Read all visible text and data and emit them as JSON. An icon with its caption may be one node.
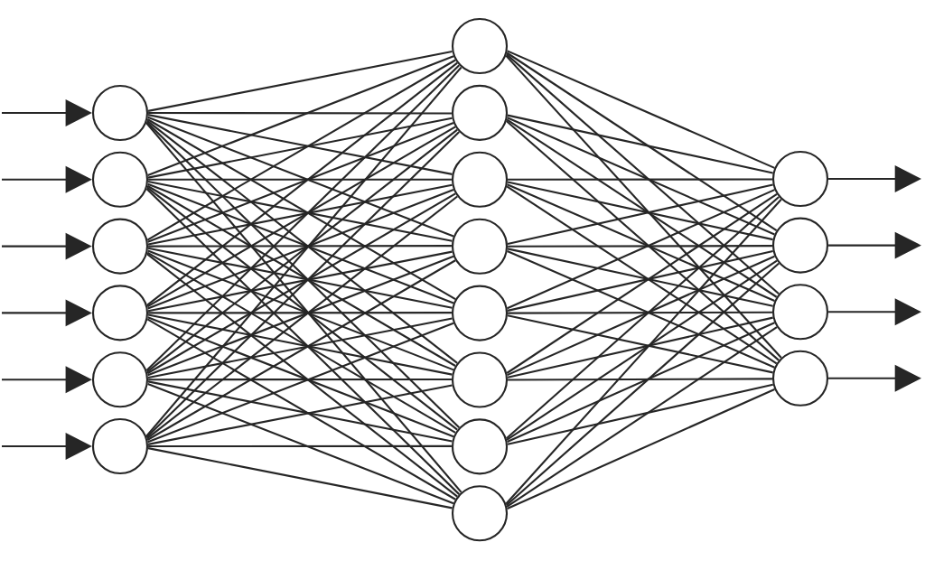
{
  "diagram": {
    "nodes": [
      {
        "text": [],
        "shape": "circle"
      },
      {
        "text": [],
        "shape": "circle"
      },
      {
        "text": [],
        "shape": "circle"
      },
      {
        "text": [],
        "shape": "circle"
      },
      {
        "text": [],
        "shape": "circle"
      },
      {
        "text": [],
        "shape": "circle"
      },
      {
        "text": [],
        "shape": "circle"
      },
      {
        "text": [],
        "shape": "circle"
      },
      {
        "text": [],
        "shape": "circle"
      },
      {
        "text": [],
        "shape": "circle"
      },
      {
        "text": [],
        "shape": "circle"
      },
      {
        "text": [],
        "shape": "circle"
      },
      {
        "text": [],
        "shape": "circle"
      },
      {
        "text": [],
        "shape": "circle"
      },
      {
        "text": [],
        "shape": "circle"
      },
      {
        "text": [],
        "shape": "circle"
      },
      {
        "text": [],
        "shape": "circle"
      },
      {
        "text": [],
        "shape": "circle"
      }
    ],
    "edges": [
      {
        "from": null,
        "to": 0,
        "arrow": "to"
      },
      {
        "from": null,
        "to": 1,
        "arrow": "to"
      },
      {
        "from": null,
        "to": 2,
        "arrow": "to"
      },
      {
        "from": null,
        "to": 3,
        "arrow": "to"
      },
      {
        "from": null,
        "to": 4,
        "arrow": "to"
      },
      {
        "from": null,
        "to": 5,
        "arrow": "to"
      },
      {
        "from": 0,
        "to": 6,
        "arrow": "none"
      },
      {
        "from": 0,
        "to": 7,
        "arrow": "none"
      },
      {
        "from": 0,
        "to": 8,
        "arrow": "none"
      },
      {
        "from": 0,
        "to": 9,
        "arrow": "none"
      },
      {
        "from": 0,
        "to": 10,
        "arrow": "none"
      },
      {
        "from": 0,
        "to": 11,
        "arrow": "none"
      },
      {
        "from": 0,
        "to": 12,
        "arrow": "none"
      },
      {
        "from": 0,
        "to": 13,
        "arrow": "none"
      },
      {
        "from": 1,
        "to": 6,
        "arrow": "none"
      },
      {
        "from": 1,
        "to": 7,
        "arrow": "none"
      },
      {
        "from": 1,
        "to": 8,
        "arrow": "none"
      },
      {
        "from": 1,
        "to": 9,
        "arrow": "none"
      },
      {
        "from": 1,
        "to": 10,
        "arrow": "none"
      },
      {
        "from": 1,
        "to": 11,
        "arrow": "none"
      },
      {
        "from": 1,
        "to": 12,
        "arrow": "none"
      },
      {
        "from": 1,
        "to": 13,
        "arrow": "none"
      },
      {
        "from": 2,
        "to": 6,
        "arrow": "none"
      },
      {
        "from": 2,
        "to": 7,
        "arrow": "none"
      },
      {
        "from": 2,
        "to": 8,
        "arrow": "none"
      },
      {
        "from": 2,
        "to": 9,
        "arrow": "none"
      },
      {
        "from": 2,
        "to": 10,
        "arrow": "none"
      },
      {
        "from": 2,
        "to": 11,
        "arrow": "none"
      },
      {
        "from": 2,
        "to": 12,
        "arrow": "none"
      },
      {
        "from": 2,
        "to": 13,
        "arrow": "none"
      },
      {
        "from": 3,
        "to": 6,
        "arrow": "none"
      },
      {
        "from": 3,
        "to": 7,
        "arrow": "none"
      },
      {
        "from": 3,
        "to": 8,
        "arrow": "none"
      },
      {
        "from": 3,
        "to": 9,
        "arrow": "none"
      },
      {
        "from": 3,
        "to": 10,
        "arrow": "none"
      },
      {
        "from": 3,
        "to": 11,
        "arrow": "none"
      },
      {
        "from": 3,
        "to": 12,
        "arrow": "none"
      },
      {
        "from": 3,
        "to": 13,
        "arrow": "none"
      },
      {
        "from": 4,
        "to": 6,
        "arrow": "none"
      },
      {
        "from": 4,
        "to": 7,
        "arrow": "none"
      },
      {
        "from": 4,
        "to": 8,
        "arrow": "none"
      },
      {
        "from": 4,
        "to": 9,
        "arrow": "none"
      },
      {
        "from": 4,
        "to": 10,
        "arrow": "none"
      },
      {
        "from": 4,
        "to": 11,
        "arrow": "none"
      },
      {
        "from": 4,
        "to": 12,
        "arrow": "none"
      },
      {
        "from": 4,
        "to": 13,
        "arrow": "none"
      },
      {
        "from": 5,
        "to": 6,
        "arrow": "none"
      },
      {
        "from": 5,
        "to": 7,
        "arrow": "none"
      },
      {
        "from": 5,
        "to": 8,
        "arrow": "none"
      },
      {
        "from": 5,
        "to": 9,
        "arrow": "none"
      },
      {
        "from": 5,
        "to": 10,
        "arrow": "none"
      },
      {
        "from": 5,
        "to": 11,
        "arrow": "none"
      },
      {
        "from": 5,
        "to": 12,
        "arrow": "none"
      },
      {
        "from": 5,
        "to": 13,
        "arrow": "none"
      },
      {
        "from": 6,
        "to": 14,
        "arrow": "none"
      },
      {
        "from": 6,
        "to": 15,
        "arrow": "none"
      },
      {
        "from": 6,
        "to": 16,
        "arrow": "none"
      },
      {
        "from": 6,
        "to": 17,
        "arrow": "none"
      },
      {
        "from": 7,
        "to": 14,
        "arrow": "none"
      },
      {
        "from": 7,
        "to": 15,
        "arrow": "none"
      },
      {
        "from": 7,
        "to": 16,
        "arrow": "none"
      },
      {
        "from": 7,
        "to": 17,
        "arrow": "none"
      },
      {
        "from": 8,
        "to": 14,
        "arrow": "none"
      },
      {
        "from": 8,
        "to": 15,
        "arrow": "none"
      },
      {
        "from": 8,
        "to": 16,
        "arrow": "none"
      },
      {
        "from": 8,
        "to": 17,
        "arrow": "none"
      },
      {
        "from": 9,
        "to": 14,
        "arrow": "none"
      },
      {
        "from": 9,
        "to": 15,
        "arrow": "none"
      },
      {
        "from": 9,
        "to": 16,
        "arrow": "none"
      },
      {
        "from": 9,
        "to": 17,
        "arrow": "none"
      },
      {
        "from": 10,
        "to": 14,
        "arrow": "none"
      },
      {
        "from": 10,
        "to": 15,
        "arrow": "none"
      },
      {
        "from": 10,
        "to": 16,
        "arrow": "none"
      },
      {
        "from": 10,
        "to": 17,
        "arrow": "none"
      },
      {
        "from": 11,
        "to": 14,
        "arrow": "none"
      },
      {
        "from": 11,
        "to": 15,
        "arrow": "none"
      },
      {
        "from": 11,
        "to": 16,
        "arrow": "none"
      },
      {
        "from": 11,
        "to": 17,
        "arrow": "none"
      },
      {
        "from": 12,
        "to": 14,
        "arrow": "none"
      },
      {
        "from": 12,
        "to": 15,
        "arrow": "none"
      },
      {
        "from": 12,
        "to": 16,
        "arrow": "none"
      },
      {
        "from": 12,
        "to": 17,
        "arrow": "none"
      },
      {
        "from": 13,
        "to": 14,
        "arrow": "none"
      },
      {
        "from": 13,
        "to": 15,
        "arrow": "none"
      },
      {
        "from": 13,
        "to": 16,
        "arrow": "none"
      },
      {
        "from": 13,
        "to": 17,
        "arrow": "none"
      },
      {
        "from": 14,
        "to": null,
        "arrow": "to"
      },
      {
        "from": 15,
        "to": null,
        "arrow": "to"
      },
      {
        "from": 16,
        "to": null,
        "arrow": "to"
      },
      {
        "from": 17,
        "to": null,
        "arrow": "to"
      }
    ]
  }
}
